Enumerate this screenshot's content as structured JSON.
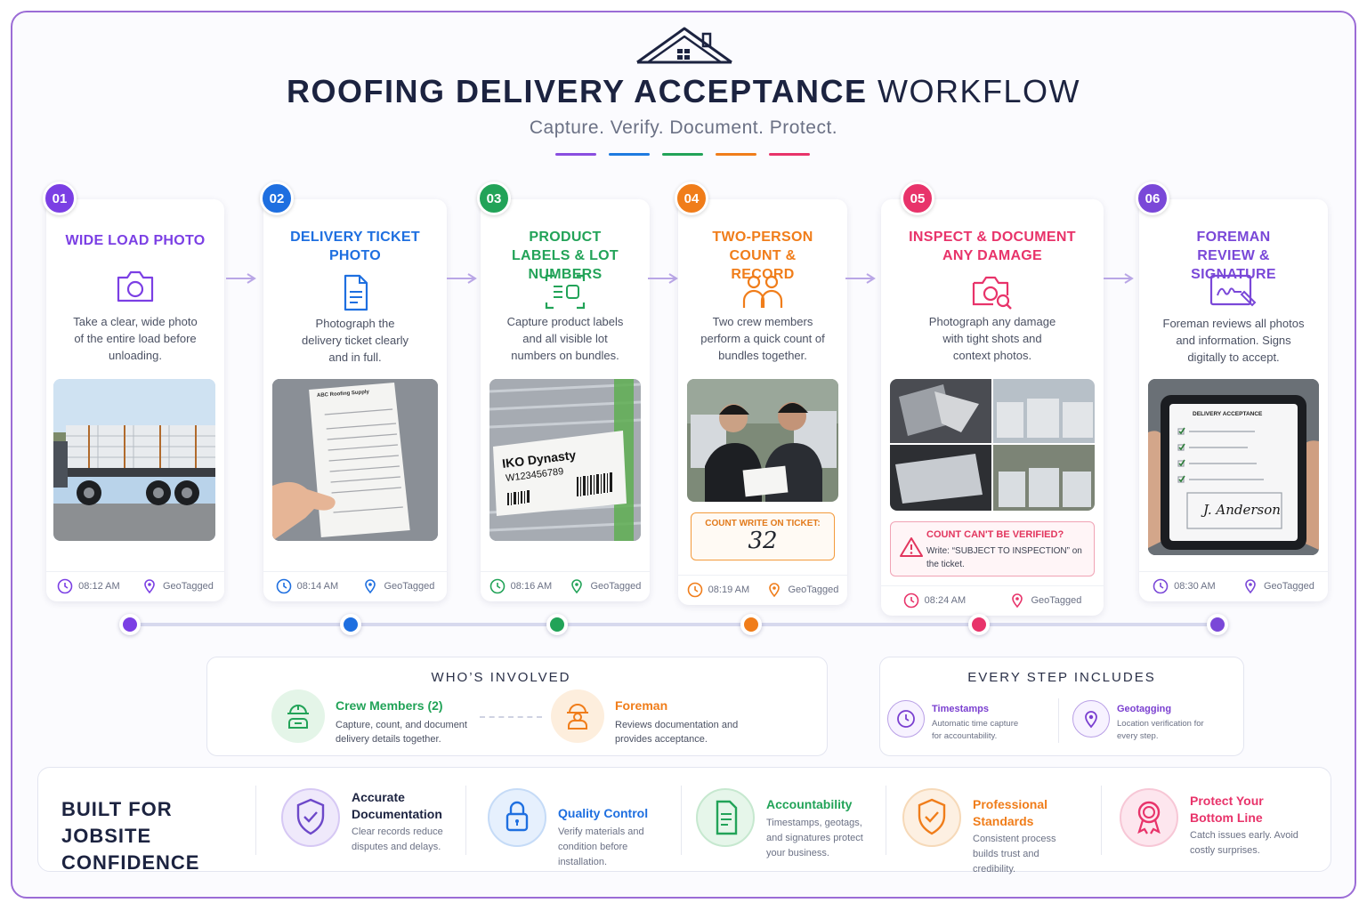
{
  "header": {
    "title_bold": "ROOFING DELIVERY ACCEPTANCE",
    "title_light": "WORKFLOW",
    "subtitle": "Capture. Verify. Document. Protect."
  },
  "colors": {
    "purple": "#7b3fe4",
    "blue": "#1e6fe0",
    "green": "#22a358",
    "orange": "#f07d1a",
    "pink": "#e8336a",
    "violet": "#7a48d8",
    "frame": "#9b6cd6"
  },
  "steps": [
    {
      "num": "01",
      "title": "WIDE LOAD PHOTO",
      "icon": "camera-icon",
      "desc": "Take a clear, wide photo of the entire load before unloading.",
      "time": "08:12 AM",
      "geo": "GeoTagged",
      "color": "#7b3fe4"
    },
    {
      "num": "02",
      "title": "DELIVERY TICKET PHOTO",
      "icon": "document-icon",
      "desc": "Photograph the delivery ticket clearly and in full.",
      "time": "08:14 AM",
      "geo": "GeoTagged",
      "color": "#1e6fe0",
      "ticket_header": "ABC Roofing Supply"
    },
    {
      "num": "03",
      "title": "PRODUCT LABELS & LOT NUMBERS",
      "icon": "label-scan-icon",
      "desc": "Capture product labels and all visible lot numbers on bundles.",
      "time": "08:16 AM",
      "geo": "GeoTagged",
      "color": "#22a358",
      "label_brand": "IKO Dynasty",
      "label_lot": "W123456789"
    },
    {
      "num": "04",
      "title": "TWO-PERSON COUNT & RECORD",
      "icon": "two-people-icon",
      "desc": "Two crew members perform a quick count of bundles together.",
      "time": "08:19 AM",
      "geo": "GeoTagged",
      "color": "#f07d1a",
      "count_label": "COUNT WRITE ON TICKET:",
      "count_value": "32"
    },
    {
      "num": "05",
      "title": "INSPECT & DOCUMENT ANY DAMAGE",
      "icon": "camera-search-icon",
      "desc": "Photograph any damage with tight shots and context photos.",
      "time": "08:24 AM",
      "geo": "GeoTagged",
      "color": "#e8336a",
      "warn_label": "COUNT CAN'T BE VERIFIED?",
      "warn_text": "Write: “SUBJECT TO INSPECTION” on the ticket."
    },
    {
      "num": "06",
      "title": "FOREMAN REVIEW & SIGNATURE",
      "icon": "signature-icon",
      "desc": "Foreman reviews all photos and information. Signs digitally to accept.",
      "time": "08:30 AM",
      "geo": "GeoTagged",
      "color": "#7a48d8",
      "tablet_header": "DELIVERY ACCEPTANCE",
      "tablet_signature": "J. Anderson"
    }
  ],
  "who": {
    "title": "WHO’S INVOLVED",
    "crew_name": "Crew Members (2)",
    "crew_desc": "Capture, count, and document delivery details together.",
    "foreman_name": "Foreman",
    "foreman_desc": "Reviews documentation and provides acceptance."
  },
  "includes": {
    "title": "EVERY STEP INCLUDES",
    "ts_name": "Timestamps",
    "ts_desc": "Automatic time capture for accountability.",
    "geo_name": "Geotagging",
    "geo_desc": "Location verification for every step."
  },
  "banner": {
    "heading": "BUILT FOR JOBSITE CONFIDENCE",
    "benefits": [
      {
        "title": "Accurate Documentation",
        "desc": "Clear records reduce disputes and delays.",
        "icon": "shield-check-icon",
        "color": "#6d48c9"
      },
      {
        "title": "Quality Control",
        "desc": "Verify materials and condition before installation.",
        "icon": "lock-icon",
        "color": "#1e6fe0"
      },
      {
        "title": "Accountability",
        "desc": "Timestamps, geotags, and signatures protect your business.",
        "icon": "document-icon",
        "color": "#22a358"
      },
      {
        "title": "Professional Standards",
        "desc": "Consistent process builds trust and credibility.",
        "icon": "shield-check-icon",
        "color": "#f07d1a"
      },
      {
        "title": "Protect Your Bottom Line",
        "desc": "Catch issues early. Avoid costly surprises.",
        "icon": "award-icon",
        "color": "#e8336a"
      }
    ]
  }
}
